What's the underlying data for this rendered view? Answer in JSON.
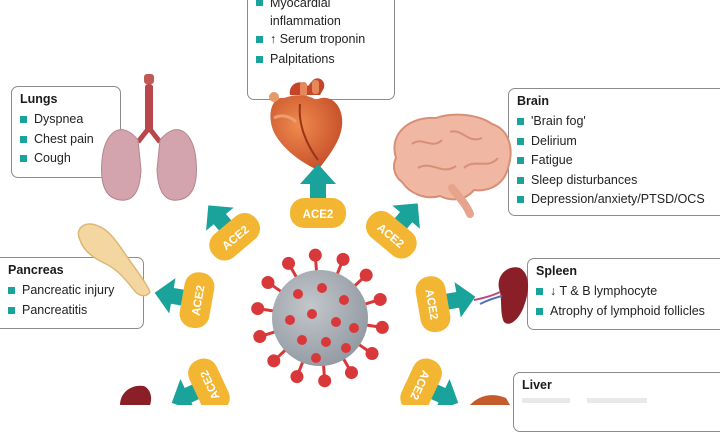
{
  "heart": {
    "items": [
      "Myocardial inflammation",
      "↑ Serum troponin",
      "Palpitations"
    ]
  },
  "lungs": {
    "title": "Lungs",
    "items": [
      "Dyspnea",
      "Chest pain",
      "Cough"
    ]
  },
  "brain": {
    "title": "Brain",
    "items": [
      "'Brain fog'",
      "Delirium",
      "Fatigue",
      "Sleep disturbances",
      "Depression/anxiety/PTSD/OCS"
    ]
  },
  "pancreas": {
    "title": "Pancreas",
    "items": [
      "Pancreatic injury",
      "Pancreatitis"
    ]
  },
  "spleen": {
    "title": "Spleen",
    "items": [
      "↓ T & B lymphocyte",
      "Atrophy of lymphoid follicles"
    ]
  },
  "liver": {
    "title": "Liver"
  },
  "receptor": {
    "label": "ACE2"
  },
  "colors": {
    "teal": "#1aa39a",
    "ace2_yellow": "#f2b632",
    "virus_gray": "#a6abb0",
    "virus_red": "#d9383a"
  }
}
